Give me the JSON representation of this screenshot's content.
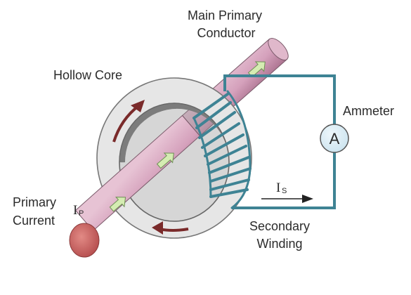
{
  "labels": {
    "main_primary_line1": "Main Primary",
    "main_primary_line2": "Conductor",
    "hollow_core": "Hollow Core",
    "ammeter": "Ammeter",
    "ammeter_symbol": "A",
    "primary_line1": "Primary",
    "primary_line2": "Current",
    "ip_symbol": "I",
    "ip_subscript": "P",
    "is_symbol": "I",
    "is_subscript": "S",
    "secondary_line1": "Secondary",
    "secondary_line2": "Winding"
  },
  "colors": {
    "conductor": "#d9a9c2",
    "conductor_end": "#c05a5a",
    "core": "#e6e6e6",
    "core_inner": "#7c7c7c",
    "winding": "#3e8394",
    "ammeter_fill": "#d7eaf2",
    "arrow_green": "#d5ecb2",
    "arrow_brown": "#7a2a2a"
  }
}
